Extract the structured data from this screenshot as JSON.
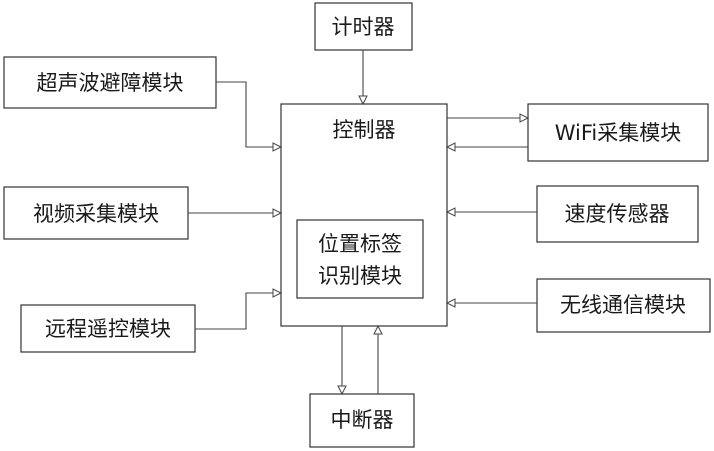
{
  "diagram": {
    "controller": {
      "title": "控制器"
    },
    "position_label_module": {
      "line1": "位置标签",
      "line2": "识别模块"
    },
    "timer": {
      "label": "计时器"
    },
    "ultrasonic": {
      "label": "超声波避障模块"
    },
    "video": {
      "label": "视频采集模块"
    },
    "remote": {
      "label": "远程遥控模块"
    },
    "wifi": {
      "label": "WiFi采集模块"
    },
    "speed": {
      "label": "速度传感器"
    },
    "wireless": {
      "label": "无线通信模块"
    },
    "interrupter": {
      "label": "中断器"
    }
  }
}
